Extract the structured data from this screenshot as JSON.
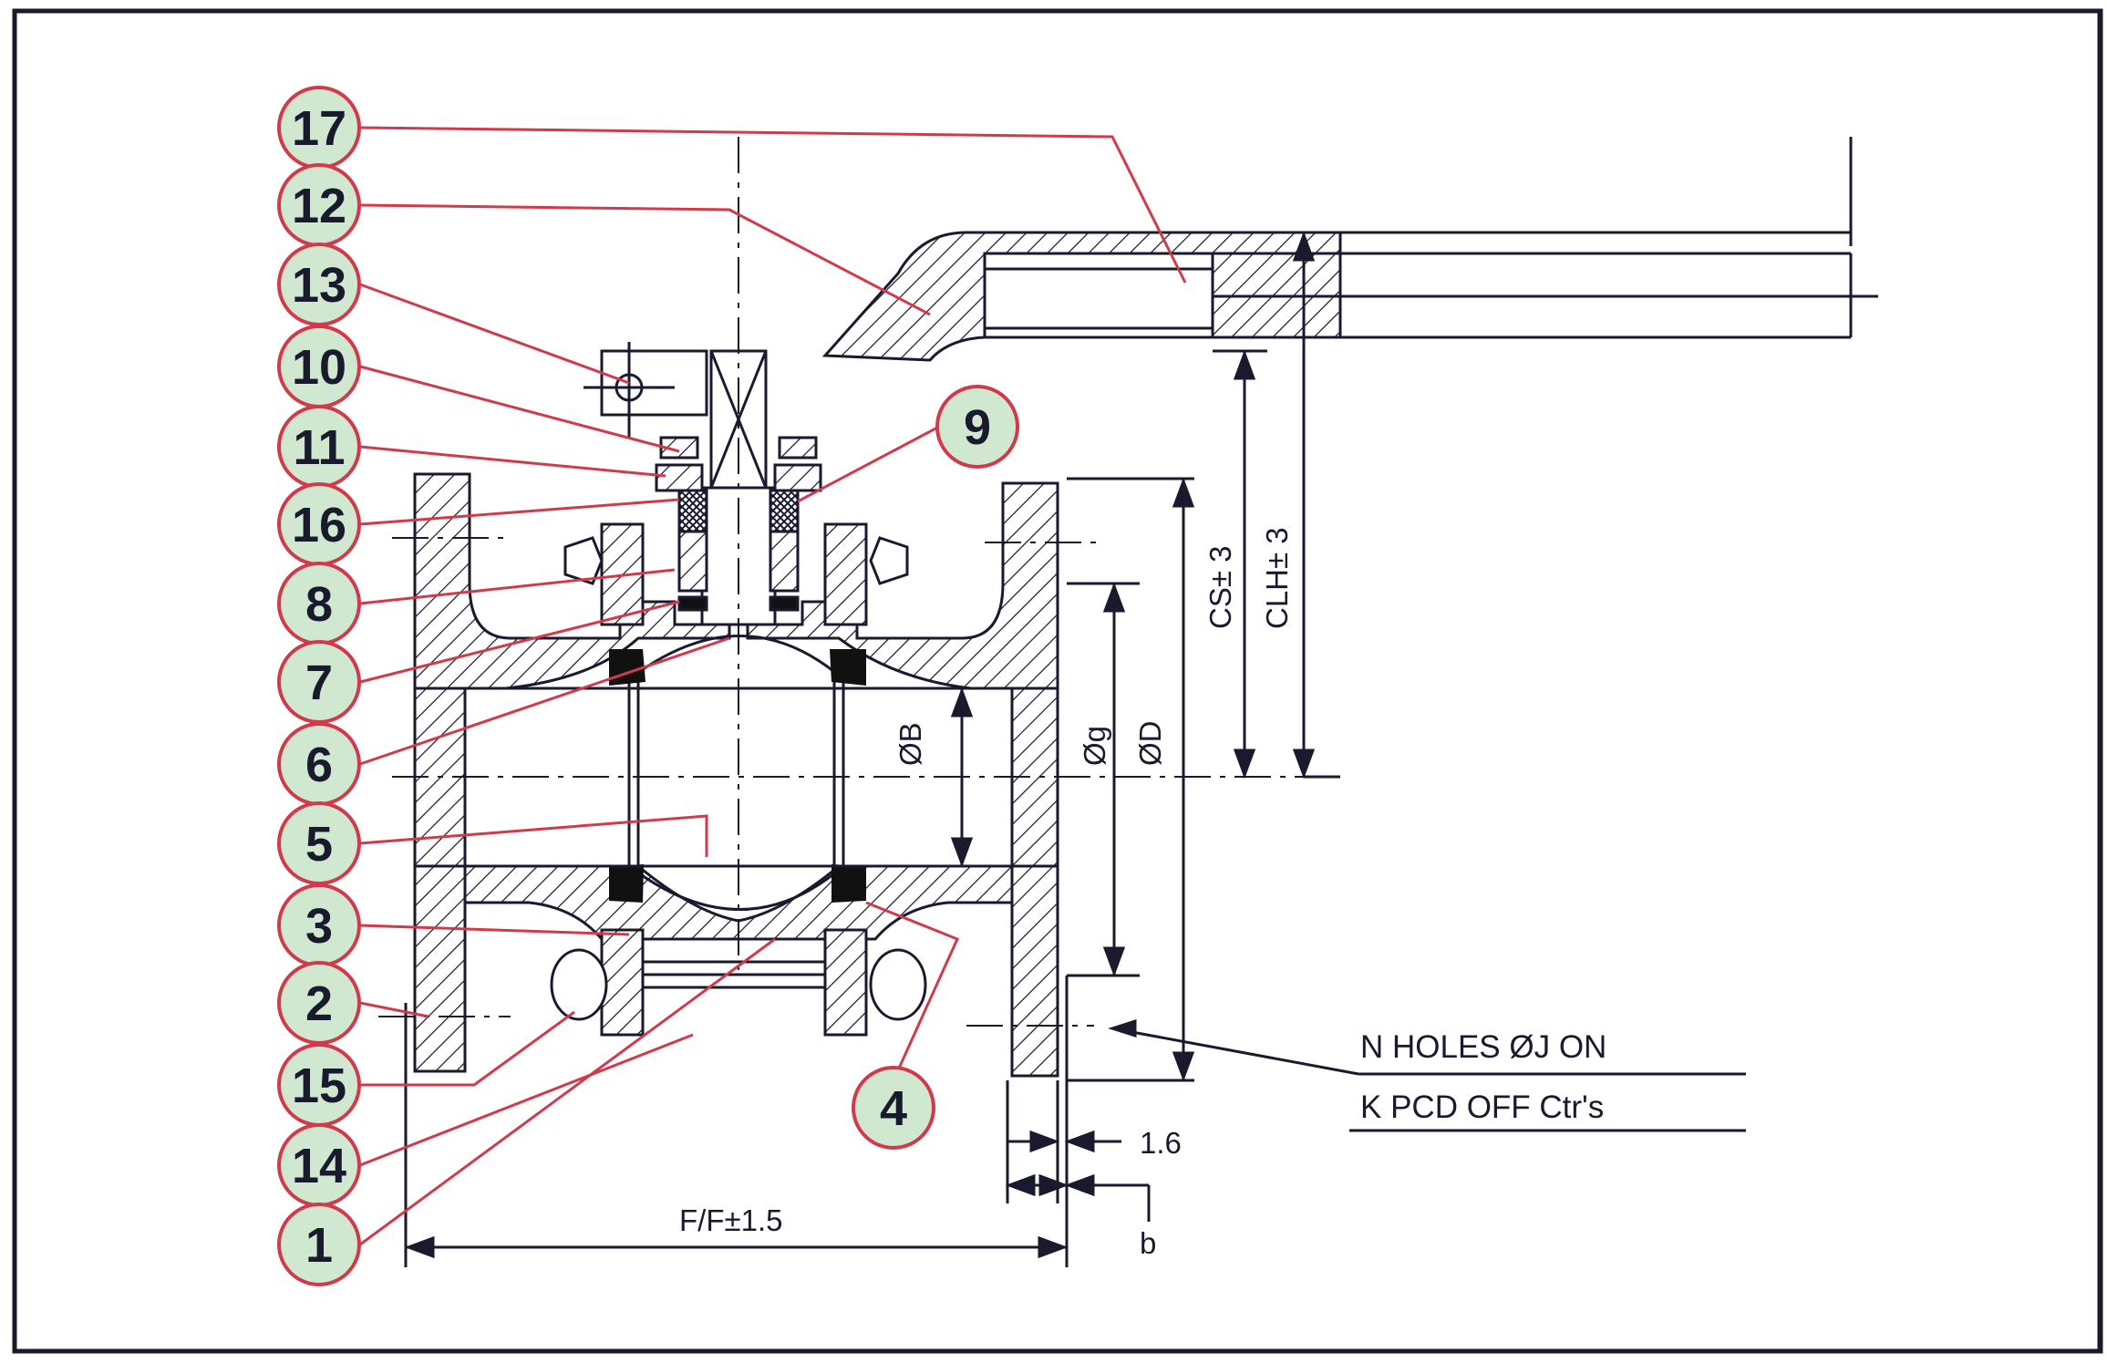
{
  "colors": {
    "outline": "#1a1a2e",
    "leader": "#d13a4a",
    "bubble_fill": "#cfe8cf",
    "bubble_stroke": "#d13a4a",
    "seal": "#111111",
    "background": "#ffffff"
  },
  "callouts": {
    "c17": "17",
    "c12": "12",
    "c13": "13",
    "c10": "10",
    "c11": "11",
    "c16": "16",
    "c8": "8",
    "c7": "7",
    "c6": "6",
    "c5": "5",
    "c3": "3",
    "c2": "2",
    "c15": "15",
    "c14": "14",
    "c1": "1",
    "c9": "9",
    "c4": "4"
  },
  "dimensions": {
    "cs": "CS± 3",
    "clh": "CLH± 3",
    "bore_b": "ØB",
    "bore_g": "Øg",
    "bore_d": "ØD",
    "raised_face": "1.6",
    "flange_b": "b",
    "face_to_face": "F/F±1.5"
  },
  "notes": {
    "holes": "N HOLES ØJ ON",
    "pcd": "K PCD OFF Ctr's"
  }
}
